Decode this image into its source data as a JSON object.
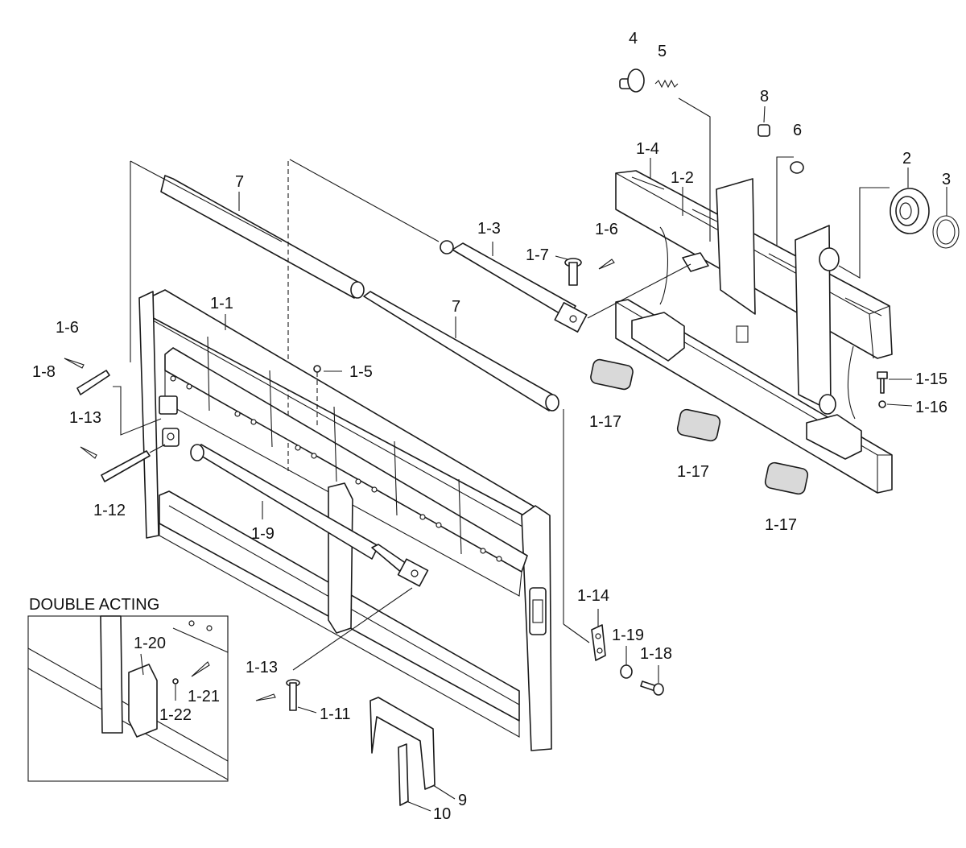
{
  "inset": {
    "title": "DOUBLE ACTING"
  },
  "callouts": {
    "c4": "4",
    "c5": "5",
    "c8": "8",
    "c6": "6",
    "c2": "2",
    "c3": "3",
    "c1_4": "1-4",
    "c1_2": "1-2",
    "c7_top": "7",
    "c1_3": "1-3",
    "c1_7": "1-7",
    "c1_6_right": "1-6",
    "c7_mid": "7",
    "c1_1": "1-1",
    "c1_6_left": "1-6",
    "c1_8": "1-8",
    "c1_5": "1-5",
    "c1_13_left": "1-13",
    "c1_12": "1-12",
    "c1_9": "1-9",
    "c1_17_a": "1-17",
    "c1_17_b": "1-17",
    "c1_17_c": "1-17",
    "c1_15": "1-15",
    "c1_16": "1-16",
    "c1_14": "1-14",
    "c1_19": "1-19",
    "c1_18": "1-18",
    "c1_13_bottom": "1-13",
    "c1_11": "1-11",
    "c9": "9",
    "c10": "10",
    "c1_20": "1-20",
    "c1_21": "1-21",
    "c1_22": "1-22"
  }
}
